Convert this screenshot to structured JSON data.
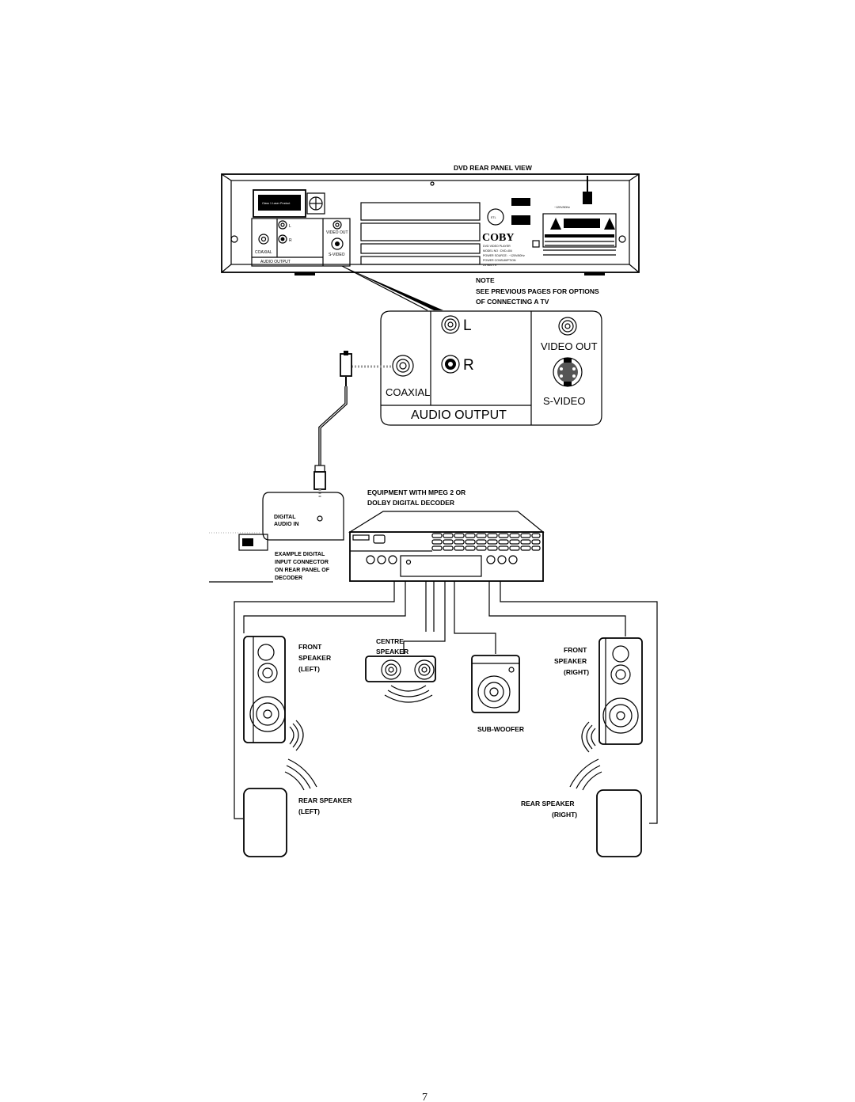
{
  "dvd_panel": {
    "title": "DVD  REAR  PANEL  VIEW",
    "laser_label": "Class 1 Laser Product",
    "jack_l": "L",
    "jack_r": "R",
    "video_out": "VIDEO OUT",
    "coaxial": "COAXIAL",
    "s_video": "S-VIDEO",
    "audio_output": "AUDIO OUTPUT",
    "brand": "COBY",
    "voltage": "~120V/60Hz",
    "spec_lines": [
      "DVD VIDEO PLAYER",
      "MODEL NO : DVD-404",
      "POWER SOURCE : ~120V/60Hz",
      "POWER CONSUMPTION",
      "25 WATTS"
    ]
  },
  "note": {
    "heading": "NOTE",
    "line1": "SEE PREVIOUS PAGES FOR OPTIONS",
    "line2": "OF  CONNECTING  A TV"
  },
  "zoom_panel": {
    "jack_l": "L",
    "jack_r": "R",
    "video_out": "VIDEO OUT",
    "coaxial": "COAXIAL",
    "s_video": "S-VIDEO",
    "audio_output": "AUDIO OUTPUT"
  },
  "digital_input": {
    "label_line1": "DIGITAL",
    "label_line2": "AUDIO IN",
    "example_lines": [
      "EXAMPLE   DIGITAL",
      "INPUT  CONNECTOR",
      "ON  REAR  PANEL  OF",
      "DECODER"
    ]
  },
  "decoder": {
    "caption_line1": "EQUIPMENT  WITH  MPEG 2 OR",
    "caption_line2": "DOLBY DIGITAL  DECODER"
  },
  "speakers": {
    "front_left": [
      "FRONT",
      "SPEAKER",
      "(LEFT)"
    ],
    "centre": [
      "CENTRE",
      "SPEAKER"
    ],
    "front_right": [
      "FRONT",
      "SPEAKER",
      "(RIGHT)"
    ],
    "sub_woofer": "SUB-WOOFER",
    "rear_left": [
      "REAR  SPEAKER",
      "(LEFT)"
    ],
    "rear_right": [
      "REAR  SPEAKER",
      "(RIGHT)"
    ]
  },
  "page_number": "7"
}
